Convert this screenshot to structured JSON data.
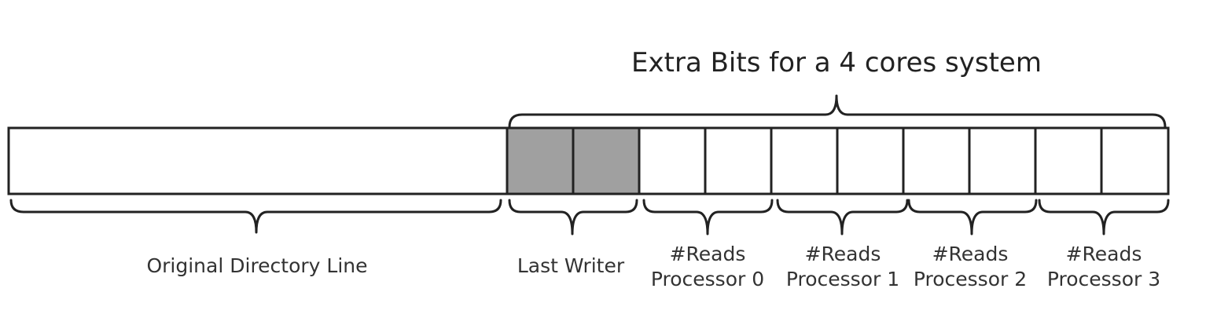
{
  "title": "Extra Bits for a 4 cores system",
  "labels": {
    "original": "Original Directory Line",
    "last_writer": "Last Writer",
    "p0_line1": "#Reads",
    "p0_line2": "Processor 0",
    "p1_line1": "#Reads",
    "p1_line2": "Processor 1",
    "p2_line1": "#Reads",
    "p2_line2": "Processor 2",
    "p3_line1": "#Reads",
    "p3_line2": "Processor 3"
  },
  "colors": {
    "shaded_bit": "#a0a0a0",
    "stroke": "#222222"
  }
}
